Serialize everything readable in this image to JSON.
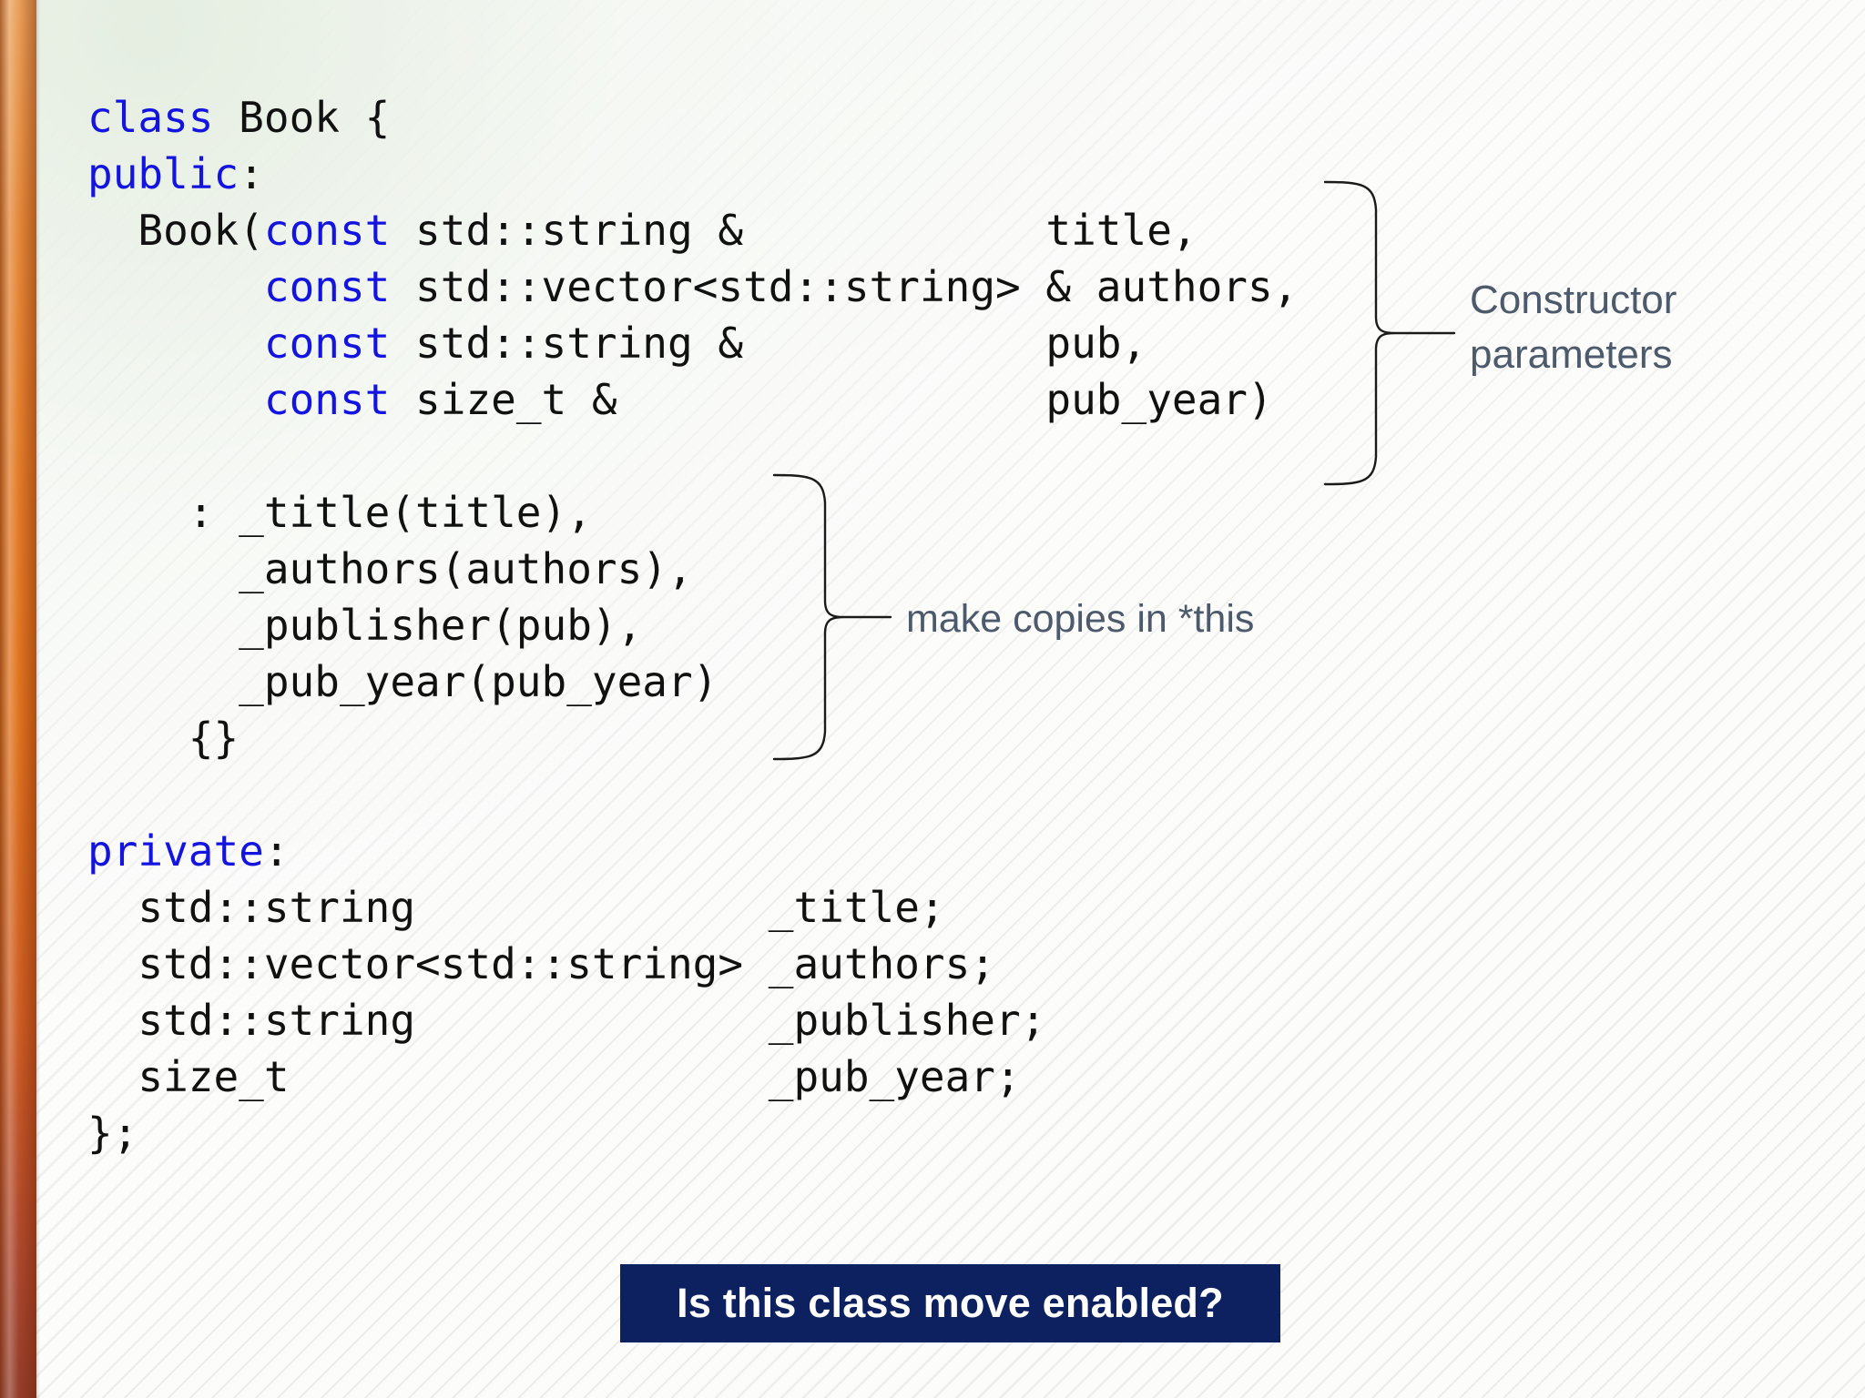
{
  "slide": {
    "background_color": "#fcfcfb",
    "accent_bar_color_top": "#e89b52",
    "accent_bar_color_bottom": "#8e3320",
    "keyword_color": "#1414e0",
    "annotation_color": "#4c5a6b",
    "banner_color": "#0d2060"
  },
  "code": {
    "language": "cpp",
    "lines": [
      {
        "parts": [
          {
            "t": "class",
            "k": true
          },
          {
            "t": " Book {",
            "k": false
          }
        ]
      },
      {
        "parts": [
          {
            "t": "public",
            "k": true
          },
          {
            "t": ":",
            "k": false
          }
        ]
      },
      {
        "parts": [
          {
            "t": "  Book(",
            "k": false
          },
          {
            "t": "const",
            "k": true
          },
          {
            "t": " std::string &            title,",
            "k": false
          }
        ]
      },
      {
        "parts": [
          {
            "t": "       ",
            "k": false
          },
          {
            "t": "const",
            "k": true
          },
          {
            "t": " std::vector<std::string> & authors,",
            "k": false
          }
        ]
      },
      {
        "parts": [
          {
            "t": "       ",
            "k": false
          },
          {
            "t": "const",
            "k": true
          },
          {
            "t": " std::string &            pub,",
            "k": false
          }
        ]
      },
      {
        "parts": [
          {
            "t": "       ",
            "k": false
          },
          {
            "t": "const",
            "k": true
          },
          {
            "t": " size_t &                 pub_year)",
            "k": false
          }
        ]
      },
      {
        "parts": [
          {
            "t": "",
            "k": false
          }
        ]
      },
      {
        "parts": [
          {
            "t": "    : _title(title),",
            "k": false
          }
        ]
      },
      {
        "parts": [
          {
            "t": "      _authors(authors),",
            "k": false
          }
        ]
      },
      {
        "parts": [
          {
            "t": "      _publisher(pub),",
            "k": false
          }
        ]
      },
      {
        "parts": [
          {
            "t": "      _pub_year(pub_year)",
            "k": false
          }
        ]
      },
      {
        "parts": [
          {
            "t": "    {}",
            "k": false
          }
        ]
      },
      {
        "parts": [
          {
            "t": "",
            "k": false
          }
        ]
      },
      {
        "parts": [
          {
            "t": "private",
            "k": true
          },
          {
            "t": ":",
            "k": false
          }
        ]
      },
      {
        "parts": [
          {
            "t": "  std::string              _title;",
            "k": false
          }
        ]
      },
      {
        "parts": [
          {
            "t": "  std::vector<std::string> _authors;",
            "k": false
          }
        ]
      },
      {
        "parts": [
          {
            "t": "  std::string              _publisher;",
            "k": false
          }
        ]
      },
      {
        "parts": [
          {
            "t": "  size_t                   _pub_year;",
            "k": false
          }
        ]
      },
      {
        "parts": [
          {
            "t": "};",
            "k": false
          }
        ]
      }
    ]
  },
  "annotations": {
    "constructor_parameters": "Constructor\nparameters",
    "make_copies": "make copies in *this"
  },
  "banner": {
    "question": "Is this class move enabled?"
  }
}
